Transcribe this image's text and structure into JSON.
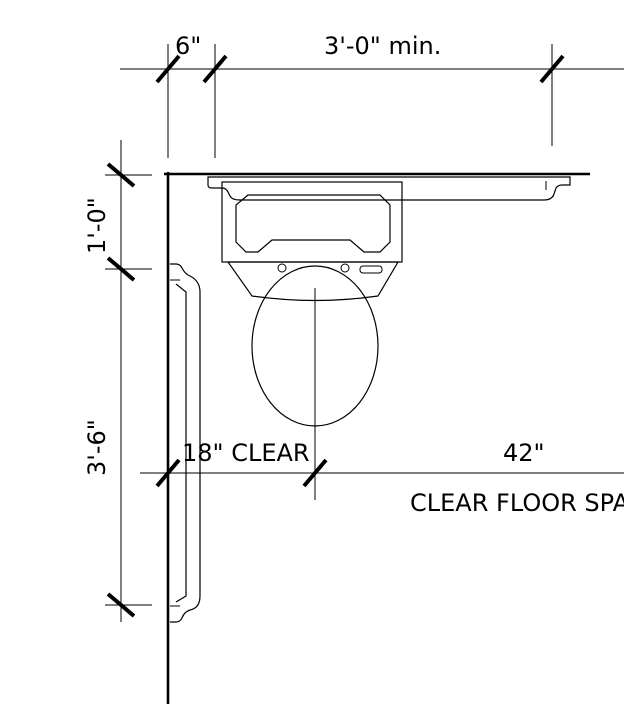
{
  "dimensions": {
    "wall_offset": "6\"",
    "grab_bar_min": "3'-0\" min.",
    "top_offset": "1'-0\"",
    "side_bar_length": "3'-6\"",
    "side_clear": "18\" CLEAR",
    "front_clear": "42\""
  },
  "notes": {
    "clear_floor_space": "CLEAR FLOOR SPACE"
  }
}
